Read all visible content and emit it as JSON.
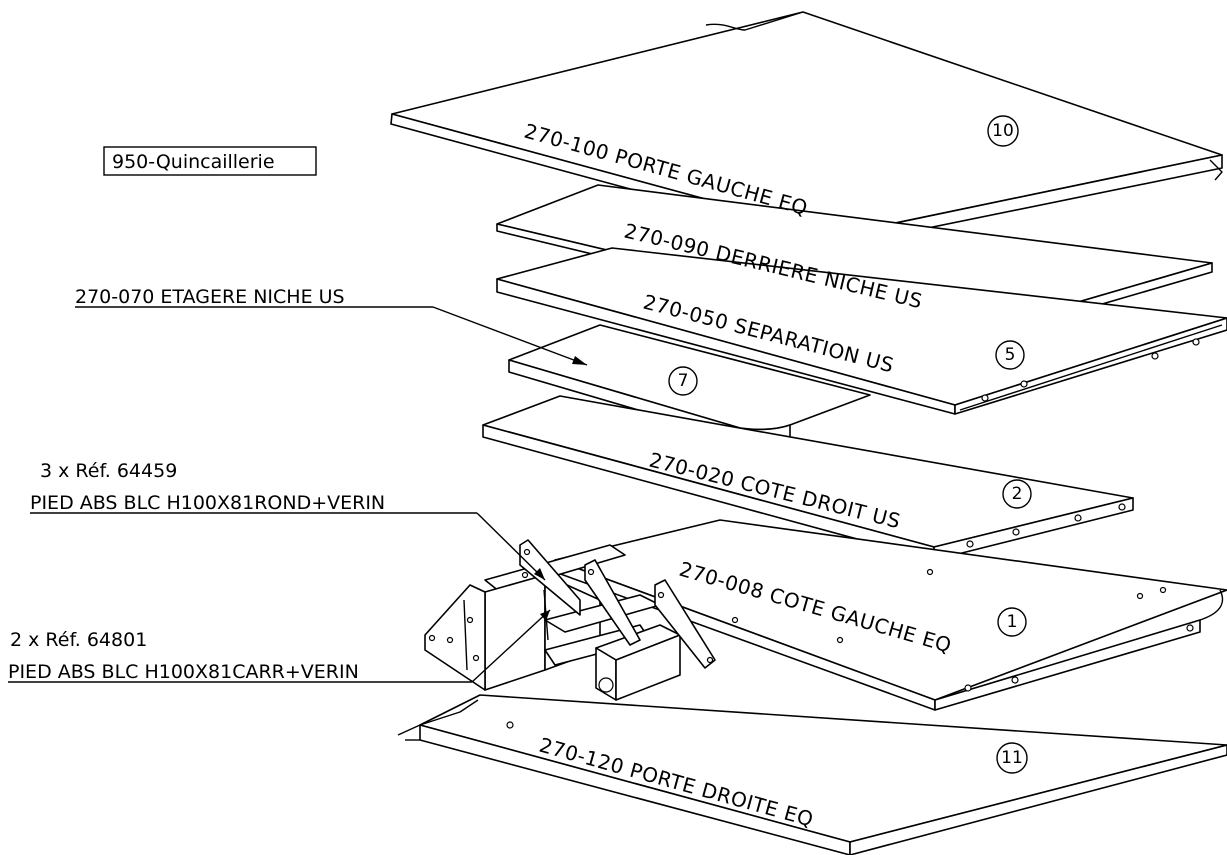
{
  "hardware_box": "950-Quincaillerie",
  "callouts": {
    "shelf": "270-070 ETAGERE NICHE US",
    "feet_round_qty": "3 x Réf. 64459",
    "feet_round_desc": "PIED ABS BLC H100X81ROND+VERIN",
    "feet_square_qty": "2 x Réf. 64801",
    "feet_square_desc": "PIED ABS BLC H100X81CARR+VERIN"
  },
  "panels": {
    "door_left": "270-100 PORTE GAUCHE EQ",
    "back_niche": "270-090 DERRIERE NICHE US",
    "separation": "270-050 SEPARATION US",
    "side_right": "270-020 COTE DROIT US",
    "side_left": "270-008 COTE GAUCHE EQ",
    "door_right": "270-120 PORTE DROITE EQ"
  },
  "balloons": {
    "door_left": "10",
    "separation": "5",
    "shelf": "7",
    "side_right": "2",
    "side_left": "1",
    "door_right": "11"
  }
}
